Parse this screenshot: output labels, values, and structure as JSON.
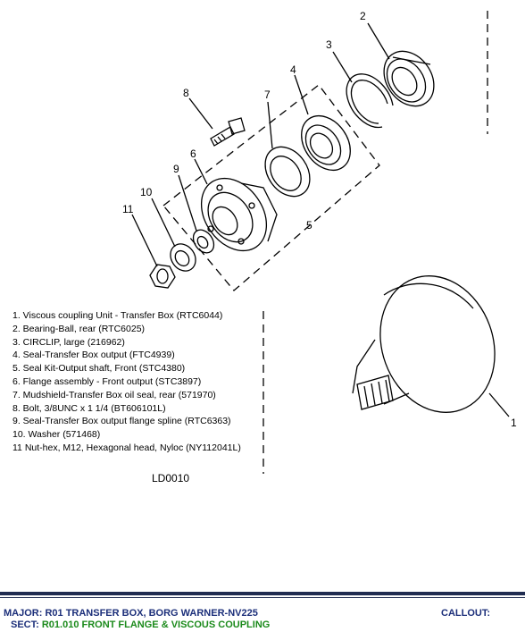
{
  "callouts": [
    "1",
    "2",
    "3",
    "4",
    "5",
    "6",
    "7",
    "8",
    "9",
    "10",
    "11"
  ],
  "parts_list": [
    "1. Viscous coupling Unit - Transfer Box (RTC6044)",
    "2. Bearing-Ball, rear (RTC6025)",
    "3. CIRCLIP, large (216962)",
    "4. Seal-Transfer Box output (FTC4939)",
    "5. Seal Kit-Output shaft, Front (STC4380)",
    "6. Flange assembly - Front output (STC3897)",
    "7. Mudshield-Transfer Box oil seal, rear (571970)",
    "8. Bolt, 3/8UNC x 1 1/4 (BT606101L)",
    "9. Seal-Transfer Box output flange spline (RTC6363)",
    "10. Washer (571468)",
    "11 Nut-hex, M12, Hexagonal head, Nyloc (NY112041L)"
  ],
  "figure_code": "LD0010",
  "footer": {
    "major_label": "MAJOR:",
    "major_value": "R01  TRANSFER BOX, BORG WARNER-NV225",
    "sect_label": "SECT:",
    "sect_value": "R01.010  FRONT FLANGE & VISCOUS COUPLING",
    "callout_label": "CALLOUT:"
  }
}
